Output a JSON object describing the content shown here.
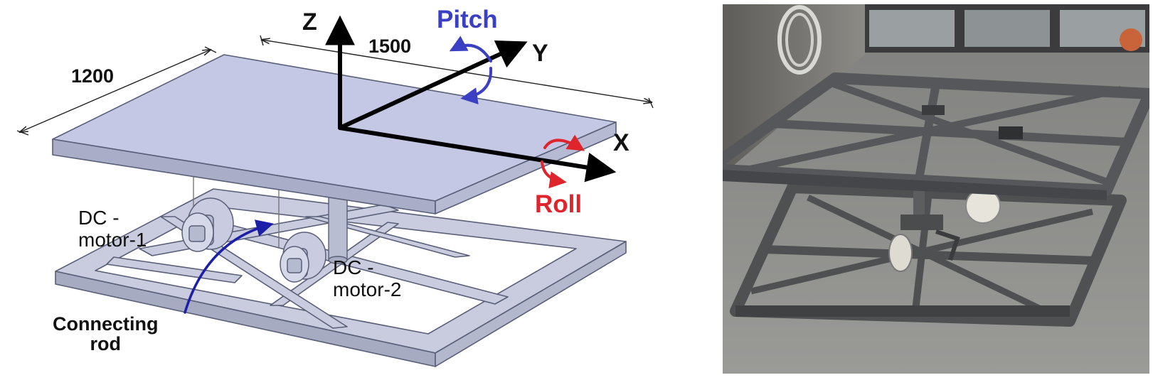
{
  "cad": {
    "axes": {
      "z": "Z",
      "y": "Y",
      "x": "X"
    },
    "dimensions": {
      "width": "1200",
      "length": "1500"
    },
    "motions": {
      "pitch": {
        "label": "Pitch",
        "color": "#3b3fc4"
      },
      "roll": {
        "label": "Roll",
        "color": "#e0242c"
      }
    },
    "parts": {
      "motor1": [
        "DC -",
        "motor-1"
      ],
      "motor2": [
        "DC -",
        "motor-2"
      ],
      "rod": [
        "Connecting",
        "rod"
      ]
    },
    "colors": {
      "plate": "#c4c8e4",
      "frame": "#c8ccde",
      "outline": "#5a5f78",
      "axis": "#000000",
      "pointer": "#1c1fa8"
    }
  },
  "photo": {
    "colors": {
      "wall": "#6f6e6a",
      "floor": "#8c8c8a",
      "frame": "#4e5052"
    }
  }
}
